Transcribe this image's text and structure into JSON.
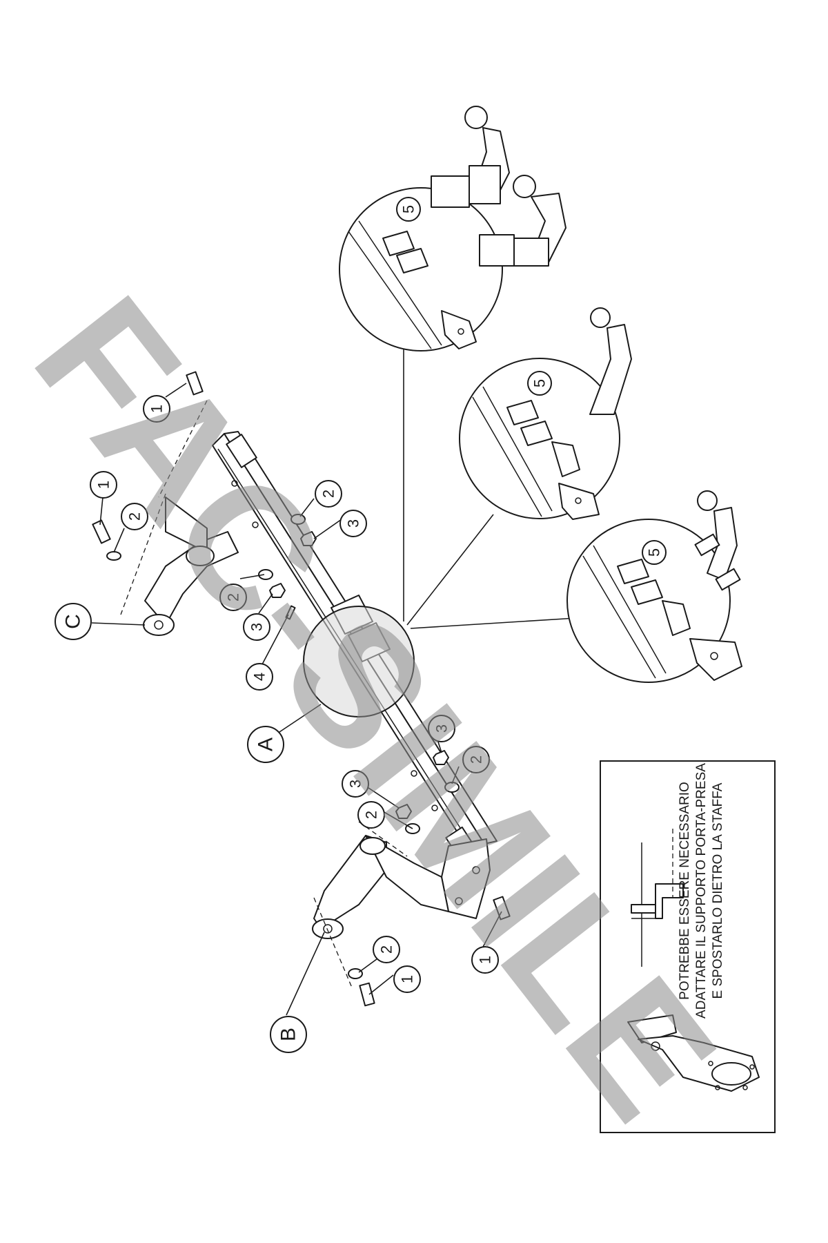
{
  "watermark": "FAC-SIMILE",
  "callouts": {
    "A": "A",
    "B": "B",
    "C": "C",
    "n1": "1",
    "n2": "2",
    "n3": "3",
    "n4": "4",
    "n5": "5"
  },
  "note": {
    "line1": "POTREBBE ESSERE NECESSARIO",
    "line2": "ADATTARE IL SUPPORTO PORTA-PRESA",
    "line3": "E SPOSTARLO DIETRO LA STAFFA"
  }
}
